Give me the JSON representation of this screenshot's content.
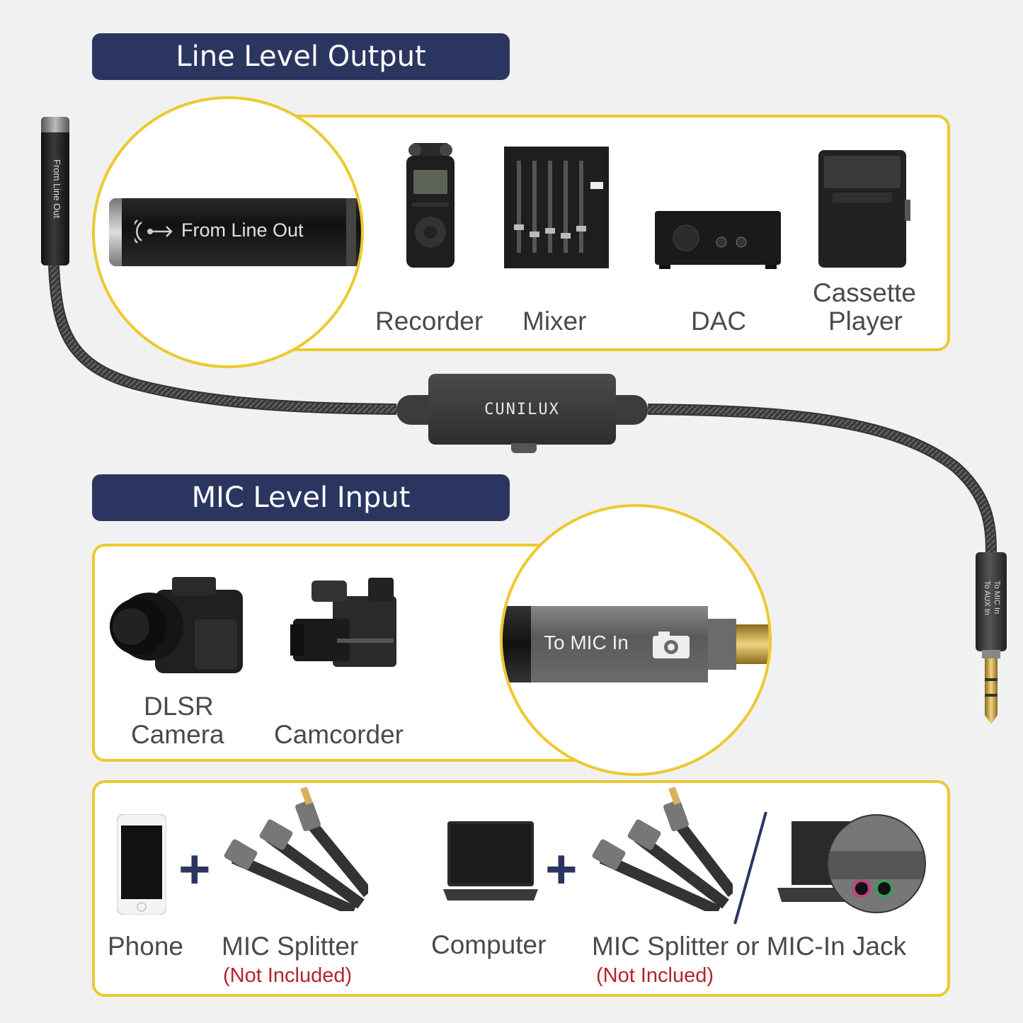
{
  "header_output": {
    "title": "Line Level Output"
  },
  "header_input": {
    "title": "MIC Level Input"
  },
  "output_devices": {
    "recorder": "Recorder",
    "mixer": "Mixer",
    "dac": "DAC",
    "cassette_line1": "Cassette",
    "cassette_line2": "Player"
  },
  "plugs": {
    "female_label": "From Line Out",
    "male_label": "To MIC In",
    "male_small_label1": "To MIC In",
    "male_small_label2": "To AUX In"
  },
  "attenuator": {
    "brand": "CUNILUX"
  },
  "input_devices": {
    "dslr_line1": "DLSR",
    "dslr_line2": "Camera",
    "camcorder": "Camcorder"
  },
  "bottom": {
    "phone": "Phone",
    "plus": "+",
    "mic_splitter": "MIC Splitter",
    "not_included": "(Not Included)",
    "computer": "Computer",
    "mic_splitter_or_jack": "MIC Splitter or MIC-In Jack",
    "not_inclued": "(Not Inclued)",
    "slash": "/"
  },
  "colors": {
    "banner": "#2b3660",
    "accent_border": "#ecc930",
    "note_red": "#b22430",
    "text": "#4a4a4a"
  }
}
